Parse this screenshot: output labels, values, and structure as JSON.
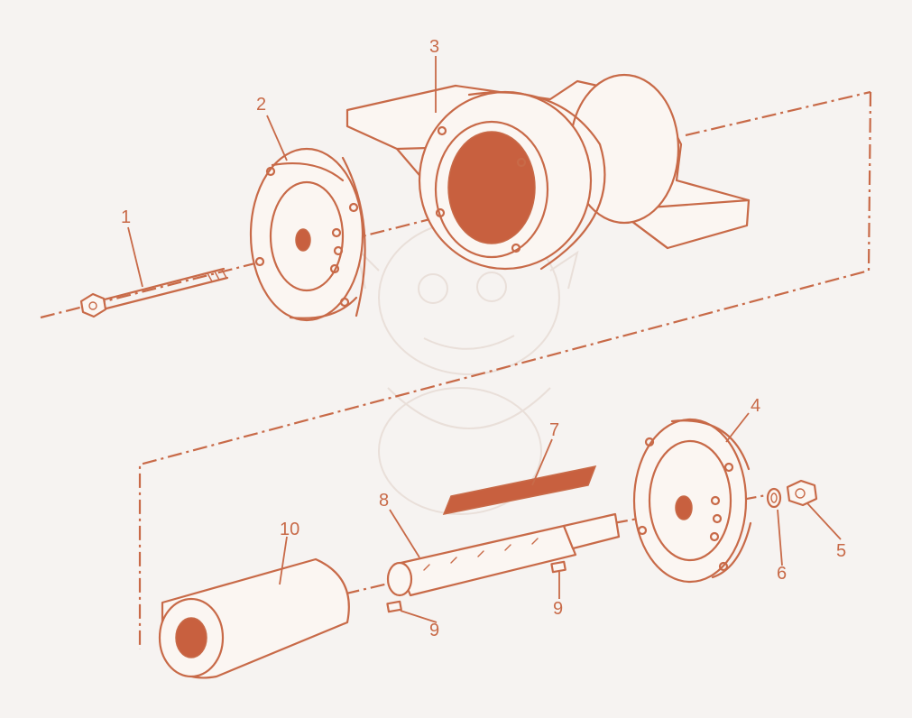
{
  "colors": {
    "background": "#f6f3f1",
    "ink": "#c86a48",
    "fill": "#c8603f",
    "paper": "#fbf6f2",
    "watermark": "#e9dfd9"
  },
  "diagram": {
    "type": "exploded-assembly",
    "callouts": [
      {
        "id": "1",
        "label": "1"
      },
      {
        "id": "2",
        "label": "2"
      },
      {
        "id": "3",
        "label": "3"
      },
      {
        "id": "4",
        "label": "4"
      },
      {
        "id": "5",
        "label": "5"
      },
      {
        "id": "6",
        "label": "6"
      },
      {
        "id": "7",
        "label": "7"
      },
      {
        "id": "8",
        "label": "8"
      },
      {
        "id": "9a",
        "label": "9"
      },
      {
        "id": "9b",
        "label": "9"
      },
      {
        "id": "10",
        "label": "10"
      }
    ]
  }
}
